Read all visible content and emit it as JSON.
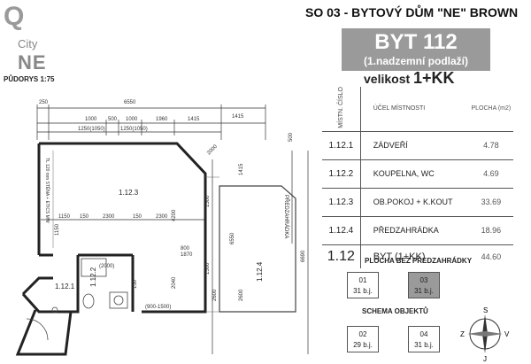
{
  "logo": {
    "letter": "Q",
    "city": "City",
    "ne": "NE"
  },
  "scale_label": "PŮDORYS 1:75",
  "project_title": "SO 03 - BYTOVÝ DŮM \"NE\" BROWN",
  "unit": {
    "name": "BYT 112",
    "floor": "(1.nadzemní podlaží)"
  },
  "size": {
    "label": "velikost",
    "value": "1+KK"
  },
  "table": {
    "headers": {
      "no": "MÍSTN. ČÍSLO",
      "purpose": "ÚČEL MÍSTNOSTI",
      "area": "PLOCHA (m2)"
    },
    "rows": [
      {
        "no": "1.12.1",
        "name": "ZÁDVEŘÍ",
        "area": "4.78"
      },
      {
        "no": "1.12.2",
        "name": "KOUPELNA, WC",
        "area": "4.69"
      },
      {
        "no": "1.12.3",
        "name": "OB.POKOJ + K.KOUT",
        "area": "33.69"
      },
      {
        "no": "1.12.4",
        "name": "PŘEDZAHRÁDKA",
        "area": "18.96"
      }
    ],
    "total": {
      "no": "1.12",
      "name": "BYT (1+KK)",
      "area": "44.60"
    },
    "note": "PLOCHA BEZ PŘEDZAHRÁDKY"
  },
  "schema": {
    "label": "SCHEMA OBJEKTŮ",
    "units": [
      {
        "id": "01",
        "count": "31 b.j.",
        "active": false
      },
      {
        "id": "03",
        "count": "31 b.j.",
        "active": true
      },
      {
        "id": "02",
        "count": "29 b.j.",
        "active": false
      },
      {
        "id": "04",
        "count": "31 b.j.",
        "active": false
      }
    ]
  },
  "compass": {
    "n": "S",
    "s": "J",
    "w": "Z",
    "e": "V"
  },
  "plan": {
    "dims_top": [
      "250",
      "6550",
      "1415"
    ],
    "dims_second": [
      "1000",
      "500",
      "1000",
      "1960",
      "1415"
    ],
    "dims_window": [
      "1250(1050)",
      "1250(1050)"
    ],
    "dims_inner": [
      "1150",
      "150",
      "2300",
      "150",
      "2300"
    ],
    "dims_misc": [
      "2000",
      "800",
      "1870",
      "2040",
      "150",
      "1415",
      "6550",
      "6690",
      "2600",
      "2600",
      "4200",
      "1500",
      "1500",
      "1150",
      "500"
    ],
    "room_labels": [
      "1.12.3",
      "1.12.4",
      "1.12.2",
      "1.12.1"
    ],
    "wall_note": "TL 120 mm STĚNA + ETICS MW",
    "garden_label": "PŘEDZAHRÁDKA",
    "shower_note": "(900-1500)",
    "bath_dim": "(2000)"
  }
}
